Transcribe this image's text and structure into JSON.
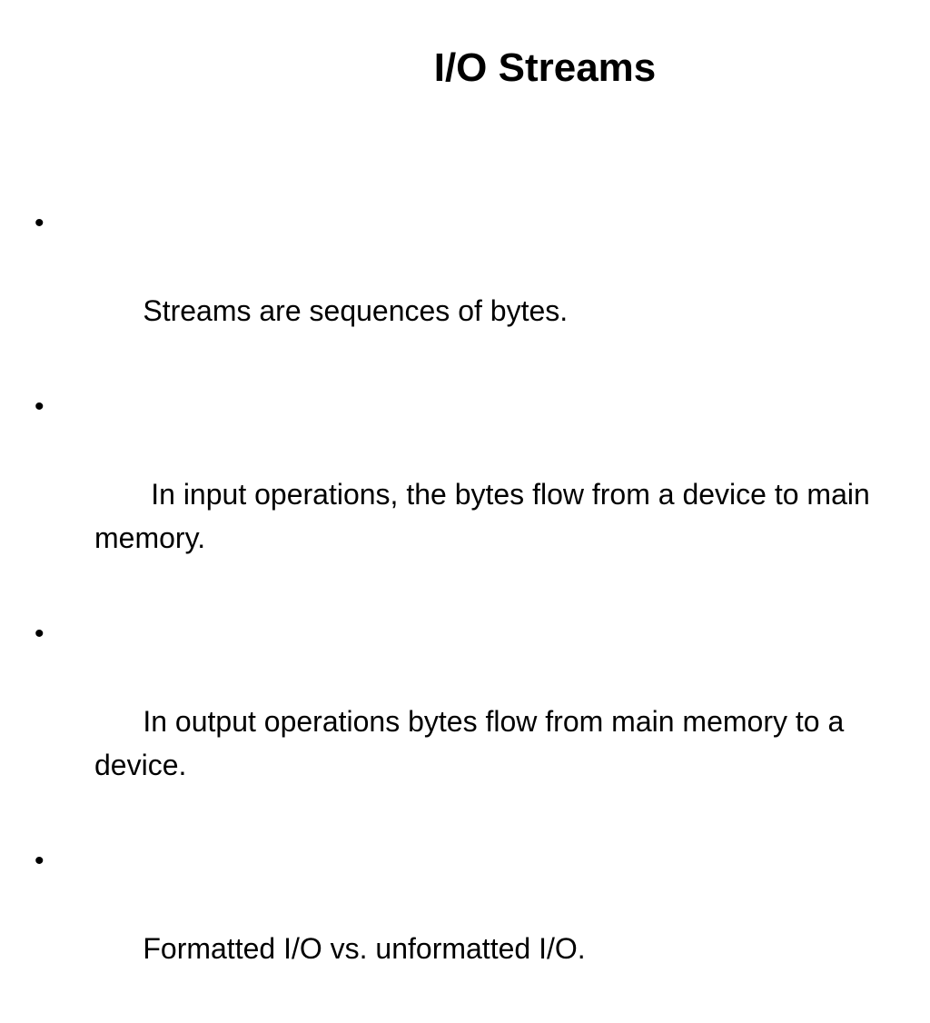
{
  "slide": {
    "title": "I/O Streams",
    "bullet_glyph": "•",
    "bullets": [
      "Streams are sequences of bytes.",
      " In input operations, the bytes flow from a device to main memory.",
      "In output operations bytes flow from main memory to a device.",
      "Formatted I/O vs. unformatted I/O."
    ]
  }
}
